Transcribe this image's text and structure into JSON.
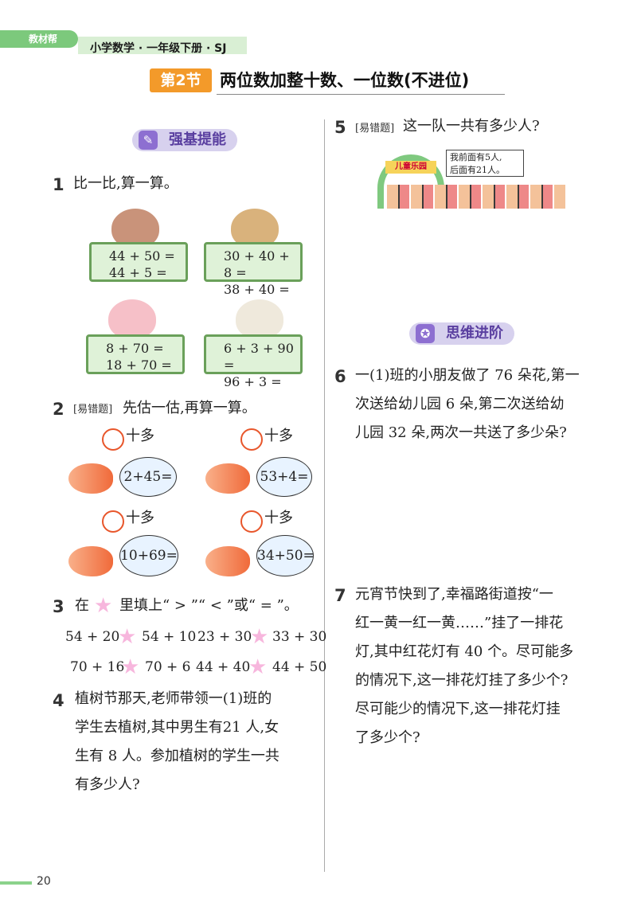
{
  "header": {
    "brand": "教材帮",
    "book_title": "小学数学 · 一年级下册 · SJ",
    "section_tag": "第2节",
    "section_title": "两位数加整十数、一位数(不进位)"
  },
  "pills": {
    "basic": "强基提能",
    "advanced": "思维进阶"
  },
  "q1": {
    "num": "1",
    "text": "比一比,算一算。",
    "boards": [
      [
        "44 + 50 =",
        "44 + 5 ="
      ],
      [
        "30 + 40 + 8 =",
        "38 + 40 ="
      ],
      [
        "8 + 70 =",
        "18 + 70 ="
      ],
      [
        "6 + 3 + 90 =",
        "96 + 3 ="
      ]
    ]
  },
  "q2": {
    "num": "2",
    "tag": "[易错题]",
    "text": "先估一估,再算一算。",
    "label": "十多",
    "items": [
      "2+45=",
      "53+4=",
      "10+69=",
      "34+50="
    ]
  },
  "q3": {
    "num": "3",
    "text_a": "在",
    "text_b": "里填上“ > ”“ < ”或“ = ”。",
    "rows": [
      [
        "54 + 20",
        "54 + 10",
        "23 + 30",
        "33 + 30"
      ],
      [
        "70 + 16",
        "70 + 6",
        "44 + 40",
        "44 + 50"
      ]
    ]
  },
  "q4": {
    "num": "4",
    "lines": [
      "植树节那天,老师带领一(1)班的",
      "学生去植树,其中男生有21 人,女",
      "生有 8 人。参加植树的学生一共",
      "有多少人?"
    ]
  },
  "q5": {
    "num": "5",
    "tag": "[易错题]",
    "text": "这一队一共有多少人?",
    "speech": [
      "我前面有5人,",
      "后面有21人。"
    ],
    "gate": "儿童乐园"
  },
  "q6": {
    "num": "6",
    "lines": [
      "一(1)班的小朋友做了 76 朵花,第一",
      "次送给幼儿园 6 朵,第二次送给幼",
      "儿园 32 朵,两次一共送了多少朵?"
    ]
  },
  "q7": {
    "num": "7",
    "lines": [
      "元宵节快到了,幸福路街道按“一",
      "红一黄一红一黄……”挂了一排花",
      "灯,其中红花灯有 40 个。尽可能多",
      "的情况下,这一排花灯挂了多少个?",
      "尽可能少的情况下,这一排花灯挂",
      "了多少个?"
    ]
  },
  "footer": {
    "page": "20"
  }
}
